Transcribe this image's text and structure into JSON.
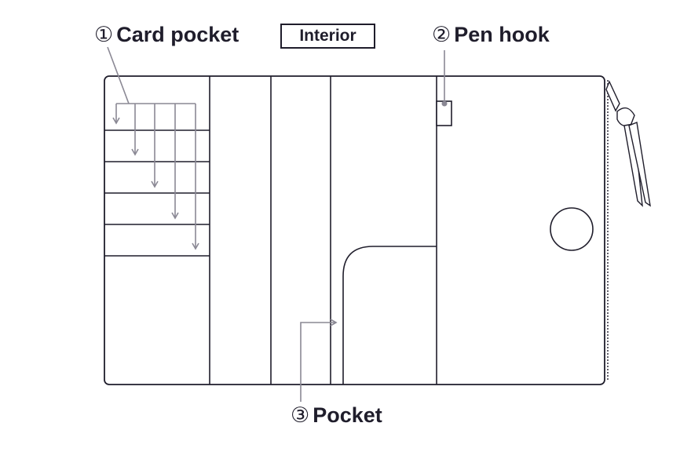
{
  "badge": {
    "text": "Interior"
  },
  "callouts": {
    "card_pocket": {
      "number": "①",
      "text": "Card pocket"
    },
    "pen_hook": {
      "number": "②",
      "text": "Pen hook"
    },
    "pocket": {
      "number": "③",
      "text": "Pocket"
    }
  },
  "colors": {
    "outline": "#1f1d2b",
    "arrow": "#8a8894",
    "background": "#ffffff"
  }
}
